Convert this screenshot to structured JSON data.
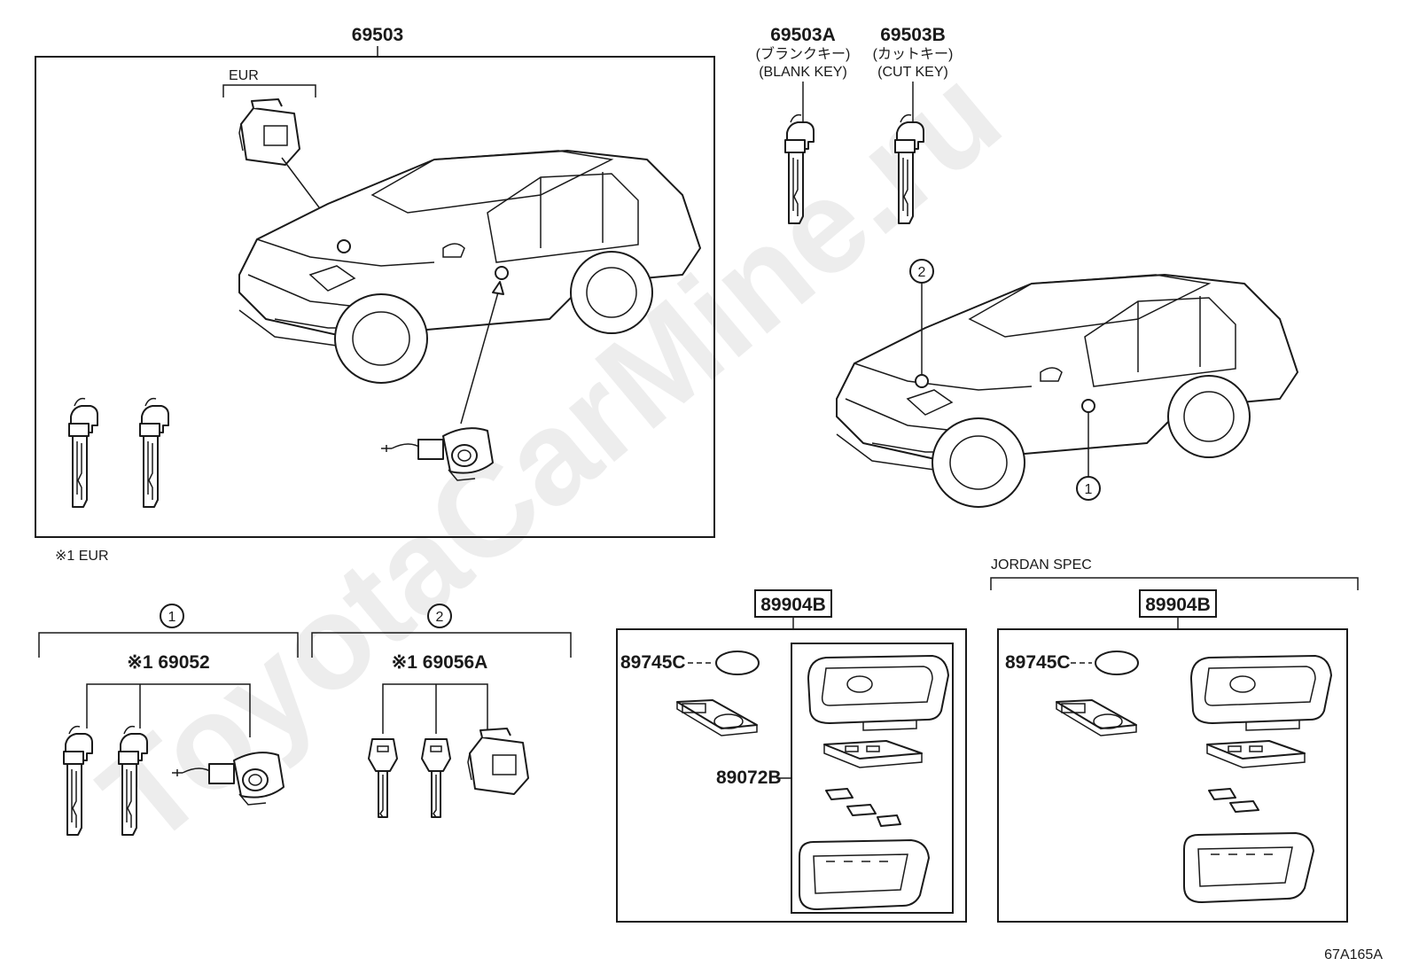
{
  "watermark": "ToyotaCarMine.ru",
  "diagram_code": "67A165A",
  "labels": {
    "main_assembly": "69503",
    "eur_bracket": "EUR",
    "footnote": "※1 EUR",
    "blank_key_no": "69503A",
    "blank_key_jp": "(ブランクキー)",
    "blank_key_en": "(BLANK KEY)",
    "cut_key_no": "69503B",
    "cut_key_jp": "(カットキー)",
    "cut_key_en": "(CUT KEY)",
    "callout_1": "1",
    "callout_2": "2",
    "group1_no": "※1 69052",
    "group2_no": "※1 69056A",
    "jordan_spec": "JORDAN SPEC",
    "transmitter_a": "89904B",
    "transmitter_b": "89904B",
    "battery_a": "89745C",
    "battery_b": "89745C",
    "case_set": "89072B"
  }
}
